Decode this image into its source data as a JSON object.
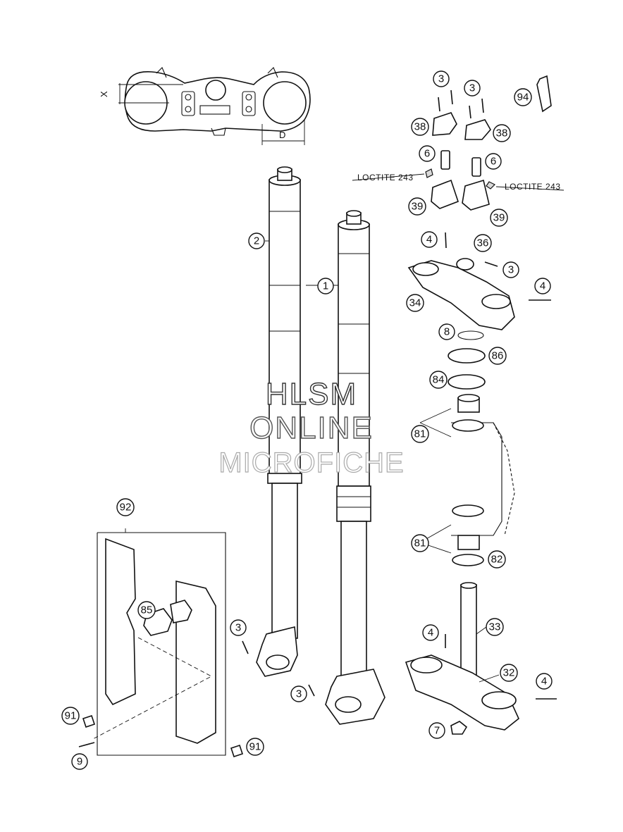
{
  "callouts": {
    "c1": "1",
    "c2": "2",
    "c3a": "3",
    "c3b": "3",
    "c3c": "3",
    "c3d": "3",
    "c3e": "3",
    "c4a": "4",
    "c4b": "4",
    "c4c": "4",
    "c4d": "4",
    "c6a": "6",
    "c6b": "6",
    "c7": "7",
    "c8": "8",
    "c9": "9",
    "c32": "32",
    "c33": "33",
    "c34": "34",
    "c36": "36",
    "c38a": "38",
    "c38b": "38",
    "c39a": "39",
    "c39b": "39",
    "c81a": "81",
    "c81b": "81",
    "c82": "82",
    "c84": "84",
    "c85": "85",
    "c86": "86",
    "c91a": "91",
    "c91b": "91",
    "c92": "92",
    "c94": "94"
  },
  "notes": {
    "loctite_left": "LOCTITE 243",
    "loctite_right": "LOCTITE 243"
  },
  "dimensions": {
    "x_label": "X",
    "d_label": "D"
  },
  "watermark": {
    "line1": "HLSM",
    "line2": "ONLINE",
    "line3": "MICROFICHE"
  }
}
